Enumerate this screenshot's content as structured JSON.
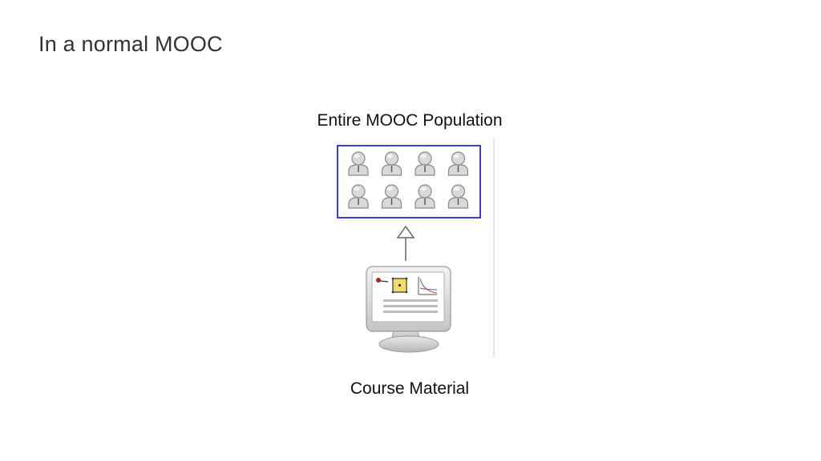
{
  "slide": {
    "title": "In a normal MOOC"
  },
  "diagram": {
    "population_label": "Entire MOOC Population",
    "material_label": "Course Material",
    "learner_count": 8,
    "learner_columns": 4,
    "colors": {
      "population_border": "#3a3fcf",
      "arrow": "#666666",
      "divider": "#d0d0d0",
      "person_fill": "#d9d9d9",
      "person_stroke": "#8a8a8a",
      "monitor_frame": "#cfcfcf",
      "monitor_screen": "#ffffff",
      "icon_yellow": "#f2dc6b",
      "icon_red": "#b32222"
    },
    "icons": {
      "learner": "person-icon",
      "course_material": "monitor-icon",
      "arrow": "up-arrow-icon"
    }
  }
}
